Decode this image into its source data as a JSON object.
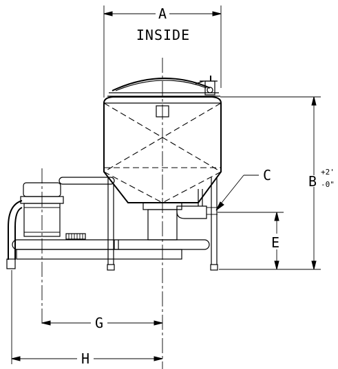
{
  "labels": {
    "a": "A",
    "inside": "INSIDE",
    "b": "B",
    "tolerance_plus": "+2'",
    "tolerance_minus": "-0\"",
    "c": "C",
    "e": "E",
    "g": "G",
    "h": "H"
  }
}
